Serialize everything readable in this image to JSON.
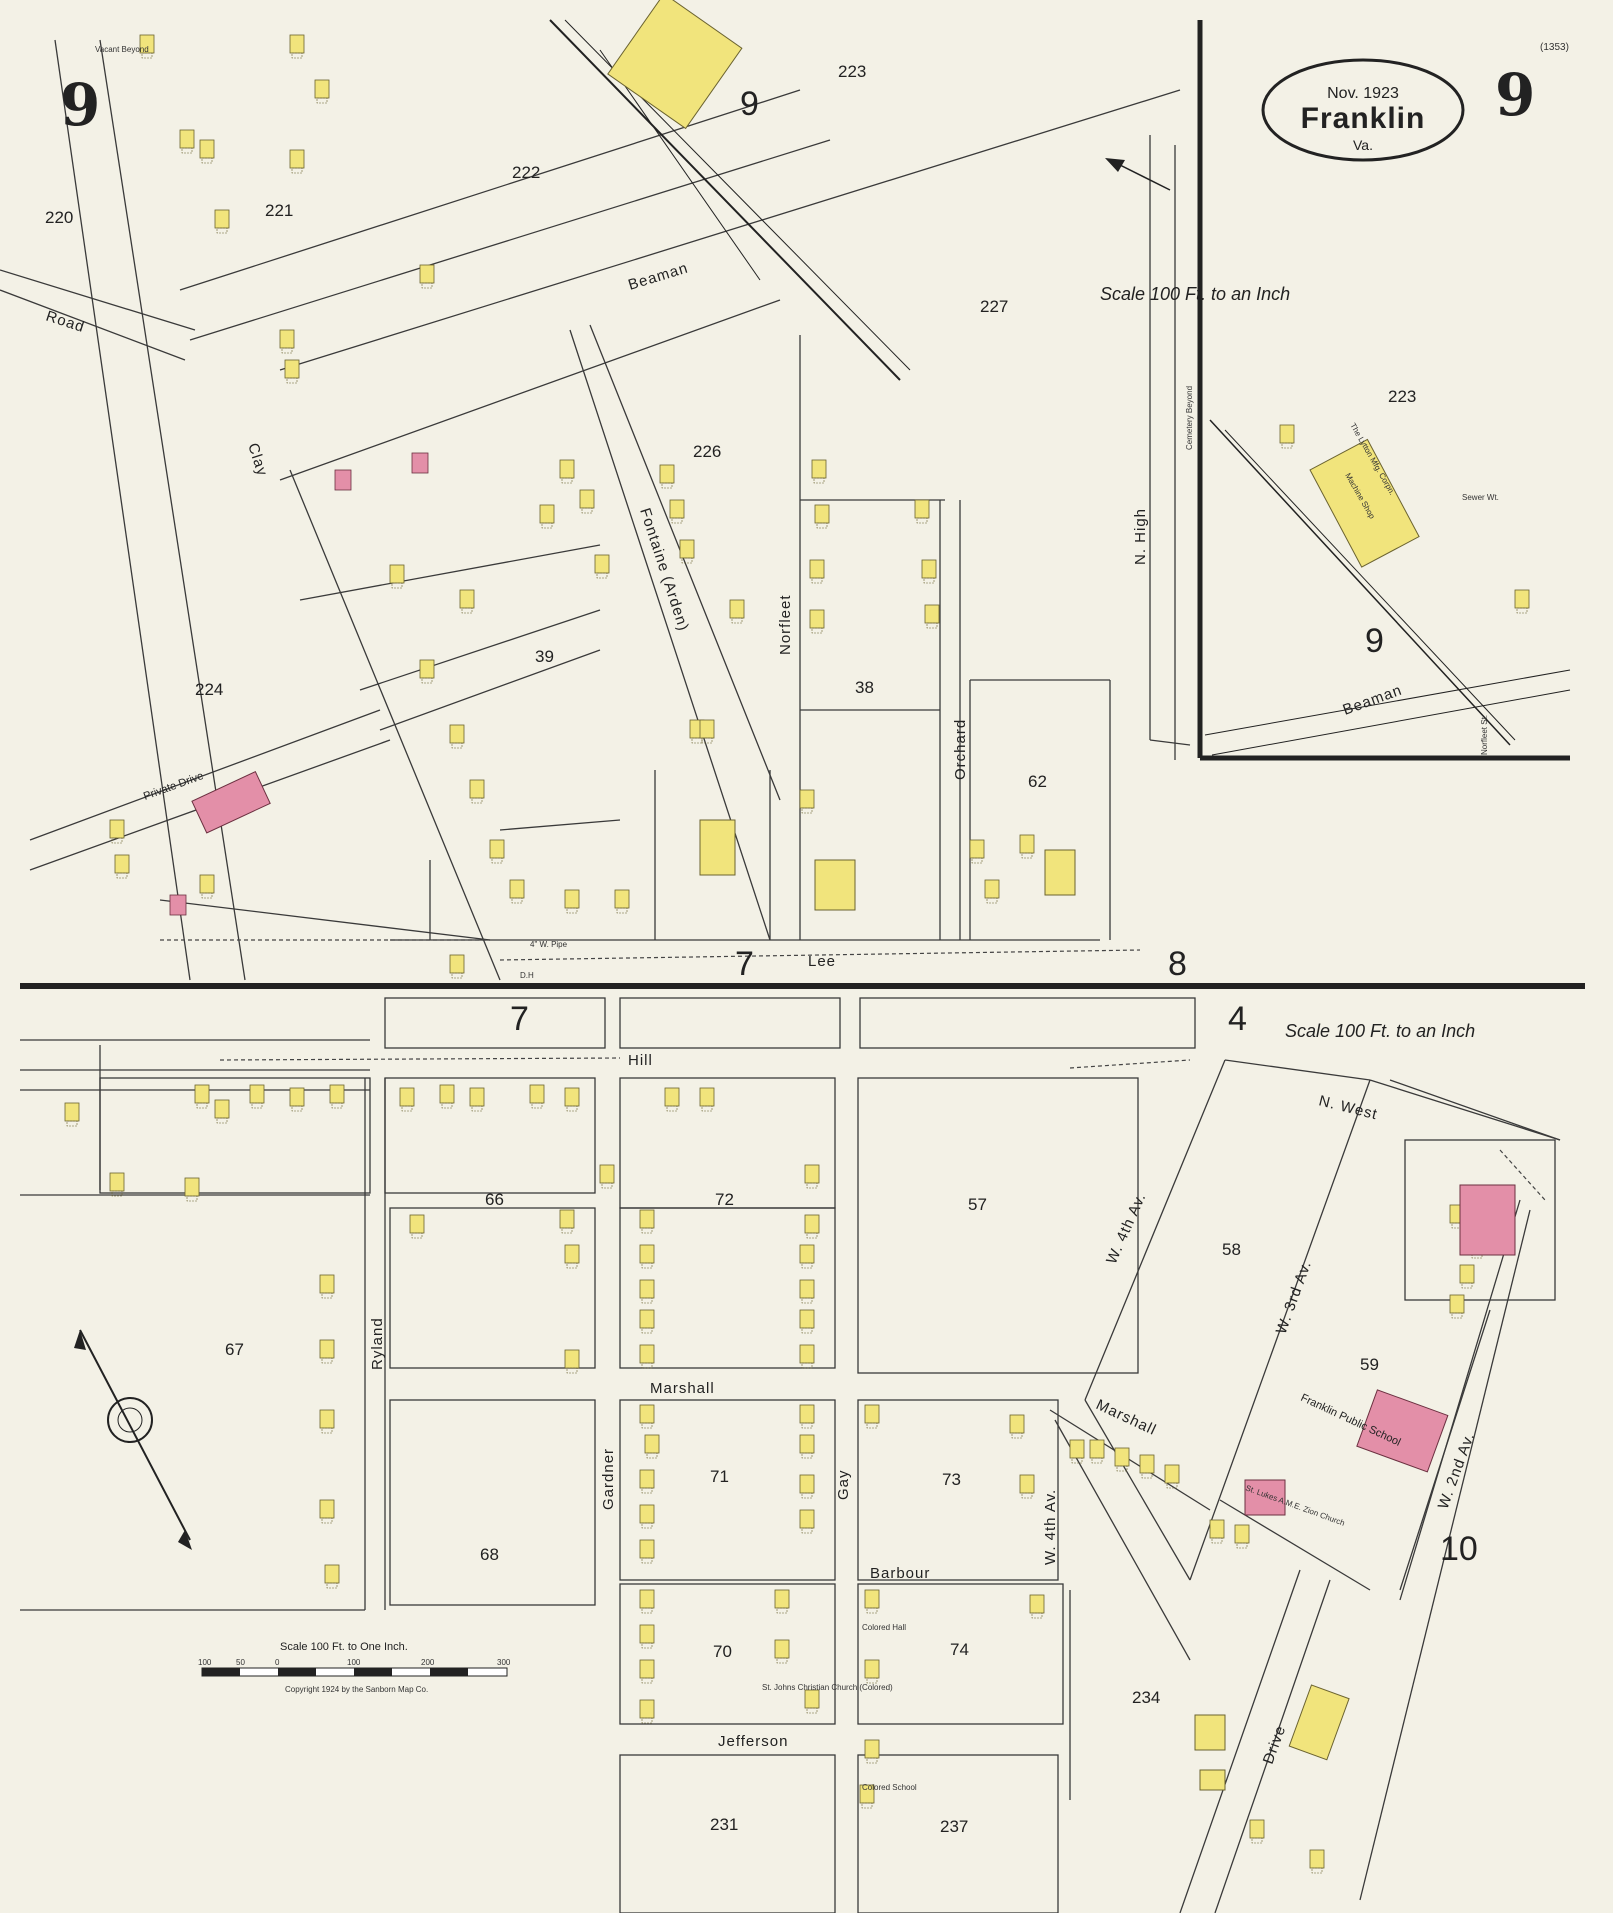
{
  "map_title": {
    "date": "Nov. 1923",
    "town": "Franklin",
    "state": "Va."
  },
  "sheet_number": "9",
  "sheet_number_alt": "9",
  "corner_note": "(1353)",
  "scale_labels": {
    "top": "Scale 100 Ft. to an Inch",
    "bottom": "Scale 100 Ft. to an Inch"
  },
  "bar_scale": {
    "title": "Scale 100 Ft. to One Inch.",
    "ticks": [
      "100",
      "50",
      "0",
      "100",
      "200",
      "300"
    ],
    "copyright": "Copyright 1924 by the Sanborn Map Co."
  },
  "vacant_note": "Vacant Beyond",
  "streets": {
    "road": "Road",
    "clay": "Clay",
    "beaman": "Beaman",
    "fontaine": "Fontaine (Arden)",
    "norfleet": "Norfleet",
    "orchard": "Orchard",
    "n_high": "N. High",
    "cemetery": "Cemetery Beyond",
    "private_drive": "Private Drive",
    "lee": "Lee",
    "hill": "Hill",
    "ryland": "Ryland",
    "marshall": "Marshall",
    "marshall_e": "Marshall",
    "gardner": "Gardner",
    "gay": "Gay",
    "barbour": "Barbour",
    "jefferson": "Jefferson",
    "w4th_av": "W. 4th Av.",
    "w4th_av2": "W. 4th Av.",
    "w3rd_av": "W. 3rd Av.",
    "w2nd_av": "W. 2nd Av.",
    "n_west": "N. West",
    "drive": "Drive",
    "inset_beaman": "Beaman",
    "inset_norfleet": "Norfleet St."
  },
  "blocks": [
    "220",
    "221",
    "222",
    "223",
    "224",
    "226",
    "227",
    "39",
    "38",
    "62",
    "66",
    "72",
    "57",
    "58",
    "67",
    "59",
    "71",
    "73",
    "68",
    "70",
    "74",
    "234",
    "231",
    "237",
    "223"
  ],
  "adjoining_sheets": [
    "9",
    "7",
    "8",
    "7",
    "4",
    "10",
    "9"
  ],
  "pipe_label": "4\" W. Pipe",
  "hydrant": "D.H",
  "buildings_text": {
    "lytton": "The Lytton Mfg. Corpn.",
    "machine_shop": "Machine Shop",
    "public_school": "Franklin Public School",
    "st_lukes": "St. Lukes A.M.E. Zion Church",
    "colored_hall": "Colored Hall",
    "st_johns": "St. Johns Christian Church (Colored)",
    "colored_school": "Colored School",
    "sewer": "Sewer Wt."
  },
  "colors": {
    "paper": "#f3f1e6",
    "frame": "#f3f1e6",
    "dwelling": "#f1e47c",
    "brick": "#e38fa8",
    "line": "#3a3a3a"
  }
}
